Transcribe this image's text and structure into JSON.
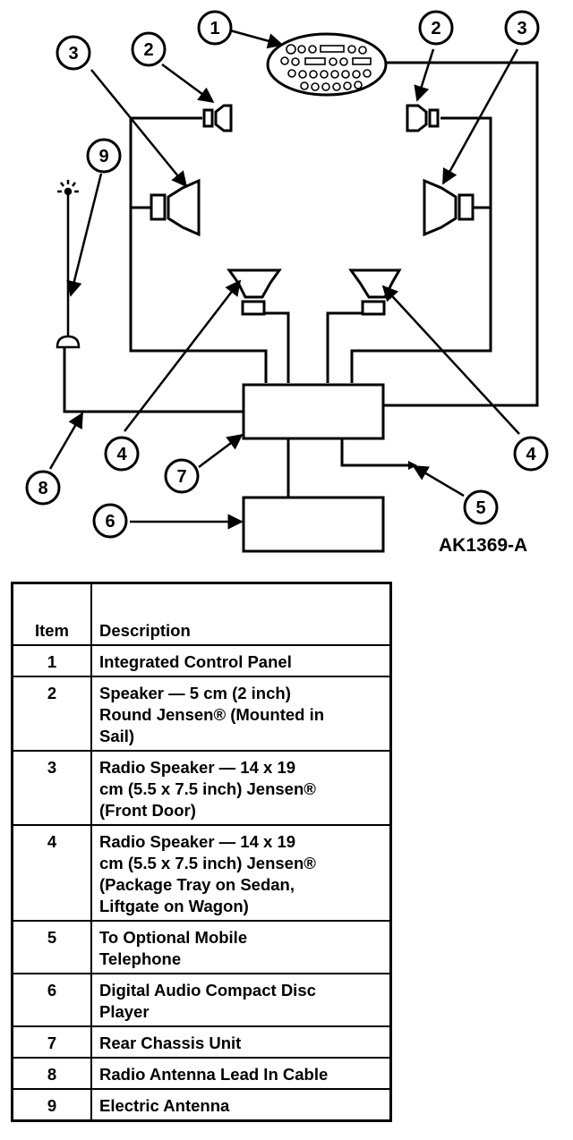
{
  "figure_id": "AK1369-A",
  "callouts": [
    "1",
    "2",
    "2",
    "3",
    "3",
    "4",
    "4",
    "5",
    "6",
    "7",
    "8",
    "9"
  ],
  "table": {
    "headers": {
      "item": "Item",
      "description": "Description"
    },
    "rows": [
      {
        "item": "1",
        "lines": [
          "Integrated Control Panel"
        ]
      },
      {
        "item": "2",
        "lines": [
          "Speaker — 5 cm (2 inch)",
          "Round Jensen® (Mounted in",
          "Sail)"
        ]
      },
      {
        "item": "3",
        "lines": [
          "Radio Speaker — 14 x 19",
          "cm (5.5 x 7.5 inch) Jensen®",
          "(Front Door)"
        ]
      },
      {
        "item": "4",
        "lines": [
          "Radio Speaker — 14 x 19",
          "cm (5.5 x 7.5 inch) Jensen®",
          "(Package Tray on Sedan,",
          "Liftgate on Wagon)"
        ]
      },
      {
        "item": "5",
        "lines": [
          "To Optional Mobile",
          "Telephone"
        ]
      },
      {
        "item": "6",
        "lines": [
          "Digital Audio Compact Disc",
          "Player"
        ]
      },
      {
        "item": "7",
        "lines": [
          "Rear Chassis Unit"
        ]
      },
      {
        "item": "8",
        "lines": [
          "Radio Antenna Lead In Cable"
        ]
      },
      {
        "item": "9",
        "lines": [
          "Electric Antenna"
        ]
      }
    ]
  }
}
